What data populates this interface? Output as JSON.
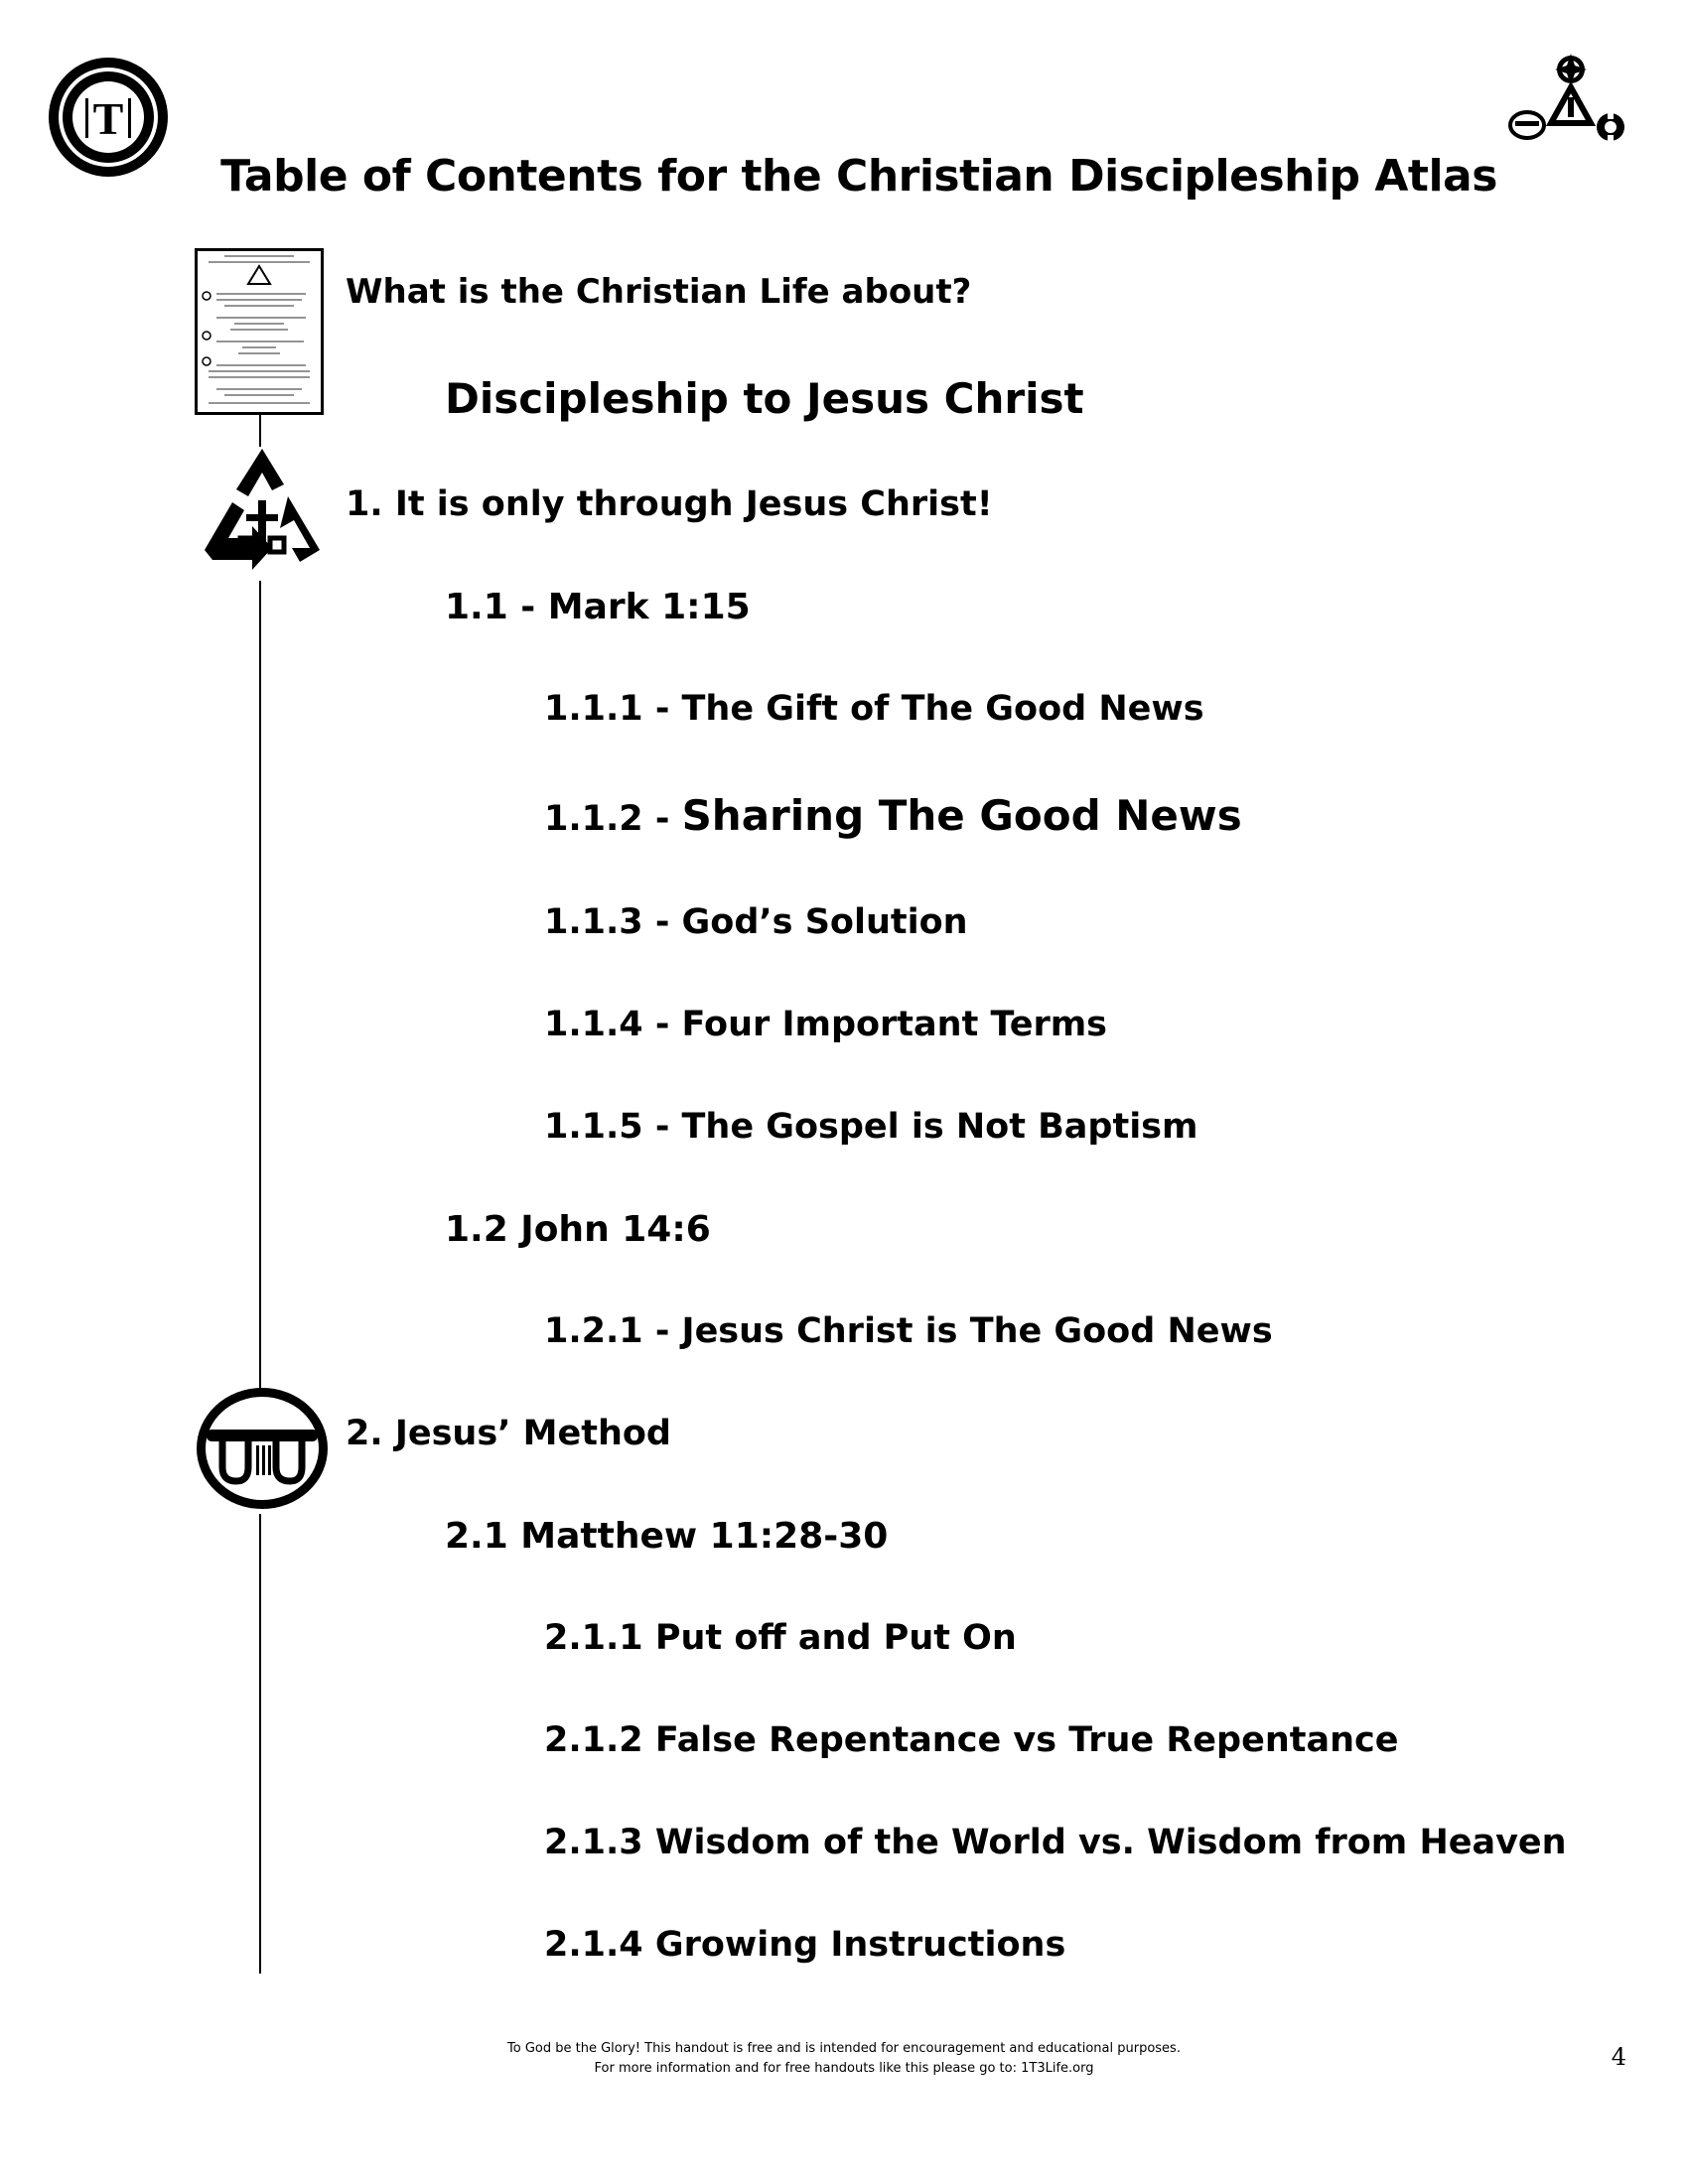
{
  "header": {
    "title": "Table of Contents for the Christian Discipleship Atlas",
    "logo_icon": "circular-t-seal-icon",
    "corner_icon": "three-emblem-cluster-icon"
  },
  "toc": {
    "intro": {
      "question": "What is the Christian Life about?",
      "answer": "Discipleship to Jesus Christ"
    },
    "section1": {
      "title": "1. It is only through Jesus Christ!",
      "icon": "recycling-cross-icon",
      "s1_1": "1.1 - Mark 1:15",
      "s1_1_1": "1.1.1 - The Gift of The Good News",
      "s1_1_2_num": "1.1.2 - ",
      "s1_1_2_text": "Sharing The Good News",
      "s1_1_3": "1.1.3 - God’s Solution",
      "s1_1_4": "1.1.4 - Four Important Terms",
      "s1_1_5": "1.1.5 - The Gospel is Not Baptism",
      "s1_2": "1.2 John 14:6",
      "s1_2_1": "1.2.1 - Jesus Christ is The Good News"
    },
    "section2": {
      "title": "2. Jesus’ Method",
      "icon": "yoke-emblem-icon",
      "s2_1": "2.1 Matthew 11:28-30",
      "s2_1_1": "2.1.1 Put off and Put On",
      "s2_1_2": "2.1.2 False Repentance vs True Repentance",
      "s2_1_3": "2.1.3 Wisdom of the World vs. Wisdom from Heaven",
      "s2_1_4": "2.1.4 Growing Instructions"
    }
  },
  "footer": {
    "line1": "To God be the Glory! This handout is free and is intended for encouragement and educational purposes.",
    "line2": "For more information and for free handouts like this please go to:  1T3Life.org",
    "page_number": "4"
  }
}
